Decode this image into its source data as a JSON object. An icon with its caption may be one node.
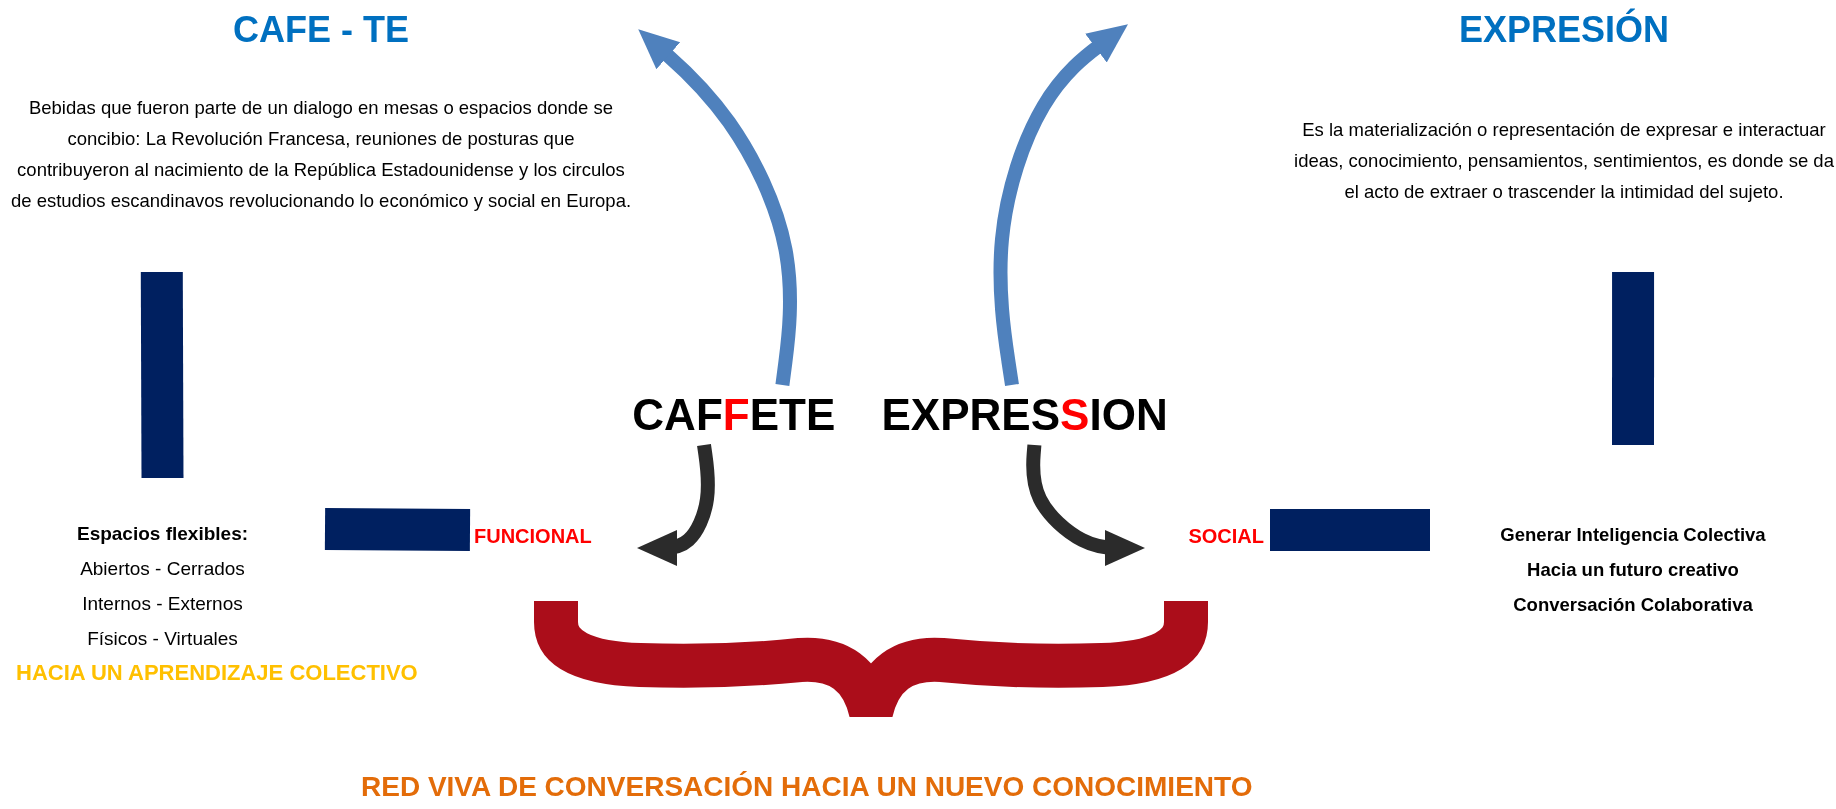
{
  "diagram": {
    "nodes": [
      {
        "text": [
          "CAFFETE EXPRESSION"
        ]
      },
      {
        "text": [
          "CAFE - TE",
          "Bebidas que fueron parte de un dialogo en mesas o espacios donde se concibio: La Revolución Francesa, reuniones de posturas que contribuyeron al nacimiento de la República Estadounidense y los circulos de estudios escandinavos revolucionando lo económico y social en Europa."
        ]
      },
      {
        "text": [
          "EXPRESIÓN",
          "Es la materialización o representación de expresar e interactuar ideas, conocimiento, pensamientos, sentimientos, es donde se da el acto de extraer o trascender la intimidad del sujeto."
        ]
      },
      {
        "text": [
          "Espacios flexibles:",
          "Abiertos - Cerrados",
          "Internos - Externos",
          "Físicos - Virtuales"
        ]
      },
      {
        "text": [
          "FUNCIONAL"
        ]
      },
      {
        "text": [
          "SOCIAL"
        ]
      },
      {
        "text": [
          "Generar Inteligencia Colectiva",
          "Hacia un futuro creativo",
          "Conversación Colaborativa"
        ]
      }
    ],
    "edges": [
      {
        "from": 0,
        "to": 1,
        "arrow": "to",
        "color": "#4f81bd"
      },
      {
        "from": 0,
        "to": 2,
        "arrow": "to",
        "color": "#4f81bd"
      },
      {
        "from": 0,
        "to": 4,
        "arrow": "to",
        "color": "#2b2b2b"
      },
      {
        "from": 0,
        "to": 5,
        "arrow": "to",
        "color": "#2b2b2b"
      },
      {
        "from": 1,
        "to": 3,
        "arrow": "none",
        "style": "thick",
        "color": "#002060"
      },
      {
        "from": 3,
        "to": 4,
        "arrow": "none",
        "style": "thick",
        "color": "#002060"
      },
      {
        "from": 2,
        "to": 6,
        "arrow": "none",
        "style": "thick",
        "color": "#002060"
      },
      {
        "from": 5,
        "to": 6,
        "arrow": "none",
        "style": "thick",
        "color": "#002060"
      }
    ],
    "labels": [
      "HACIA UN APRENDIZAJE COLECTIVO",
      "RED VIVA DE CONVERSACIÓN HACIA UN NUEVO CONOCIMIENTO"
    ]
  }
}
